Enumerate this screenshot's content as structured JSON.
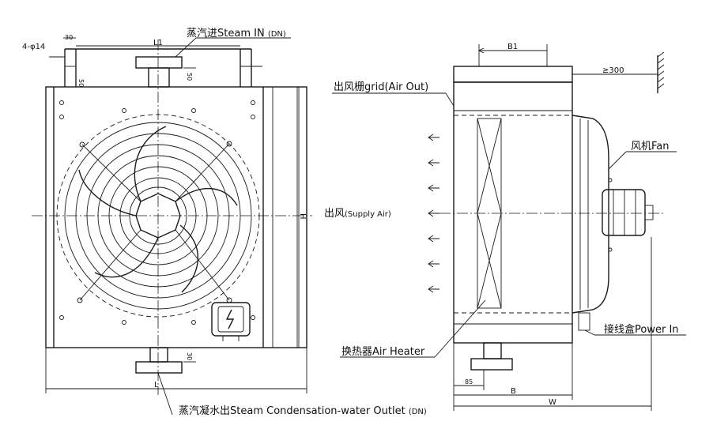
{
  "labels": {
    "steam_in_cn": "蒸汽进",
    "steam_in_en": "Steam IN",
    "steam_in_dn": "(DN)",
    "condensate_cn": "蒸汽凝水出",
    "condensate_en": "Steam Condensation-water Outlet",
    "condensate_dn": "(DN)",
    "grid_cn": "出风栅",
    "grid_en": "grid(Air Out)",
    "fan_cn": "风机",
    "fan_en": "Fan",
    "supply_cn": "出风",
    "supply_en": "(Supply Air)",
    "power_cn": "接线盒",
    "power_en": "Power In",
    "heater_cn": "换热器",
    "heater_en": "Air Heater"
  },
  "dimensions": {
    "hole": "4-φ14",
    "d30": "30",
    "d50a": "50",
    "d50b": "50",
    "d30b": "30",
    "L1": "L1",
    "L": "L",
    "H": "H",
    "B1": "B1",
    "B": "B",
    "W": "W",
    "d85": "85",
    "gap300": "≥300"
  },
  "colors": {
    "line": "#1a1a1a",
    "background": "#ffffff"
  }
}
